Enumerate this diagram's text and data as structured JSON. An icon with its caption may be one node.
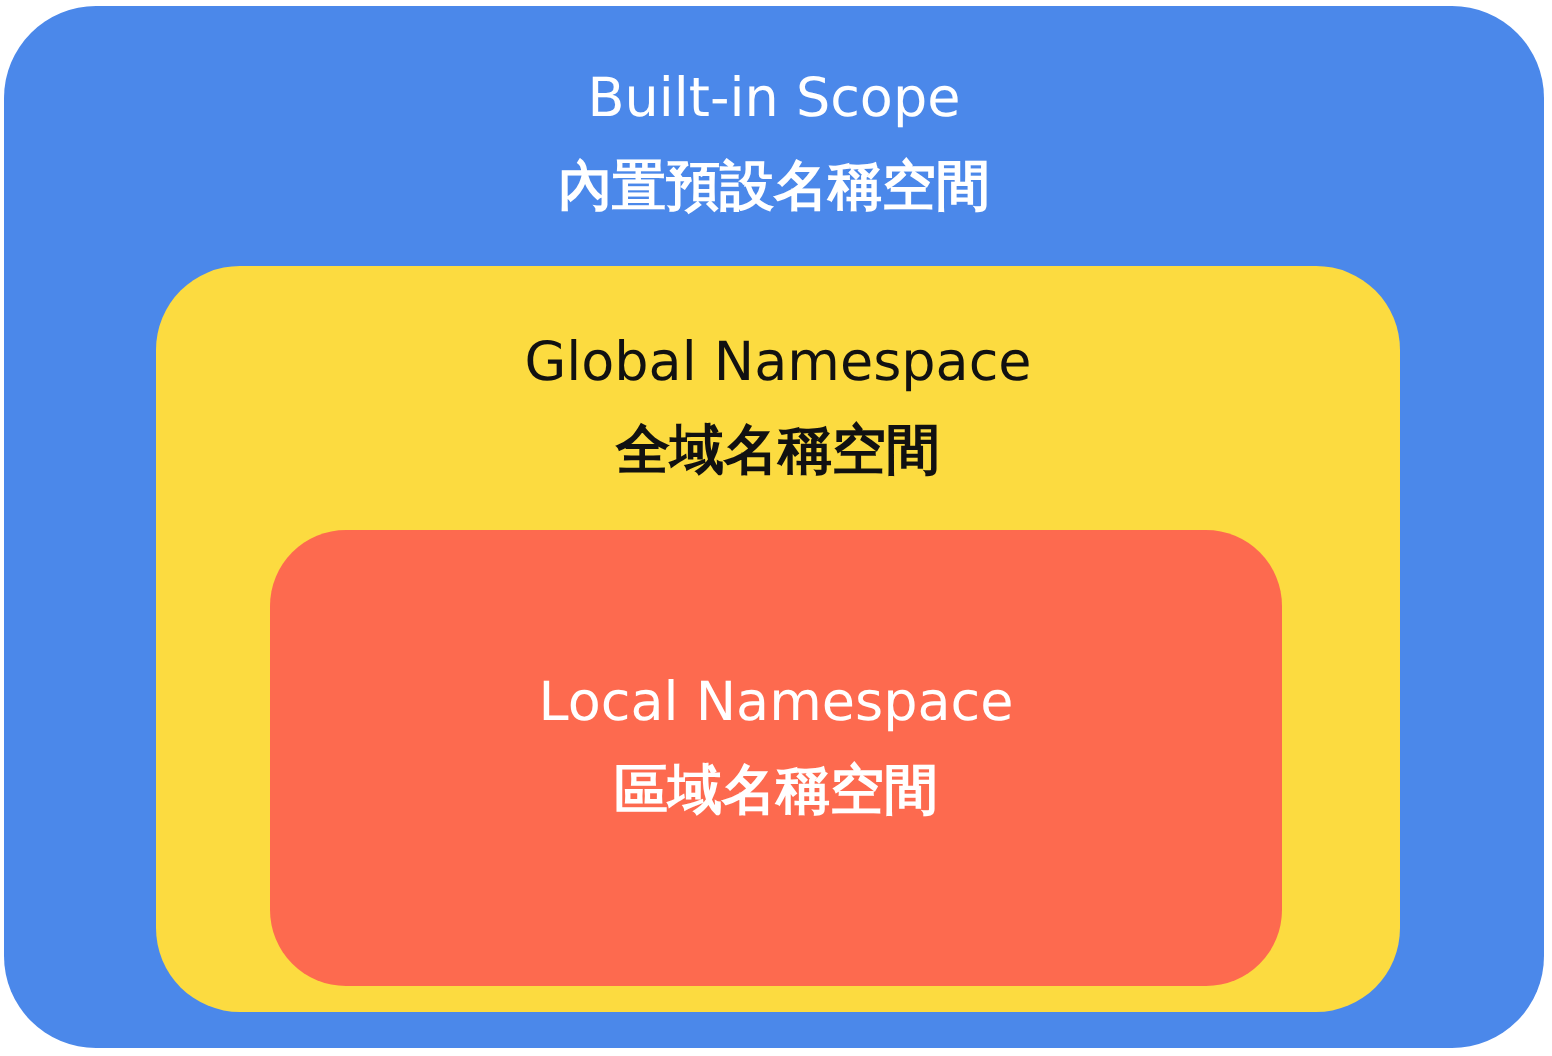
{
  "diagram": {
    "nodes": [
      {
        "text": [
          "Built-in Scope",
          "內置預設名稱空間"
        ]
      },
      {
        "text": [
          "Global Namespace",
          "全域名稱空間"
        ],
        "in": 0
      },
      {
        "text": [
          "Local Namespace",
          "區域名稱空間"
        ],
        "in": 1
      }
    ]
  }
}
